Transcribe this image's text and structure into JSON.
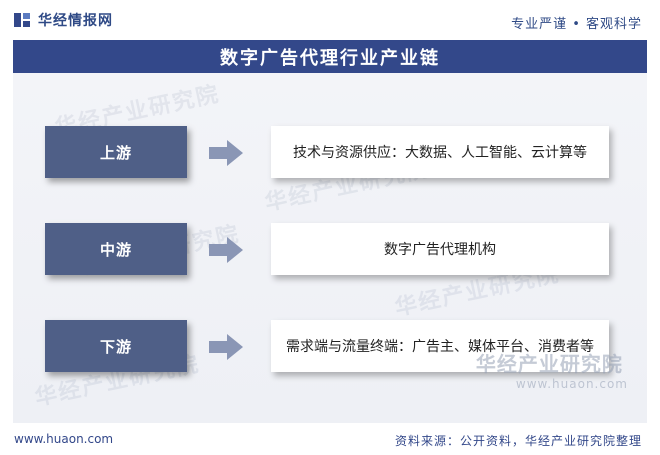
{
  "header": {
    "logo_name": "华经情报网",
    "slogan": "专业严谨 • 客观科学"
  },
  "title": "数字广告代理行业产业链",
  "rows": [
    {
      "stage": "上游",
      "description": "技术与资源供应：大数据、人工智能、云计算等"
    },
    {
      "stage": "中游",
      "description": "数字广告代理机构"
    },
    {
      "stage": "下游",
      "description": "需求端与流量终端：广告主、媒体平台、消费者等"
    }
  ],
  "watermark": {
    "text": "华经产业研究院",
    "brand_cn": "华经产业研究院",
    "brand_en": "www.huaon.com"
  },
  "footer": {
    "url": "www.huaon.com",
    "source": "资料来源：公开资料，华经产业研究院整理"
  },
  "colors": {
    "primary": "#33488a",
    "stage_box": "#4f5f87",
    "arrow": "#8a96b5"
  }
}
